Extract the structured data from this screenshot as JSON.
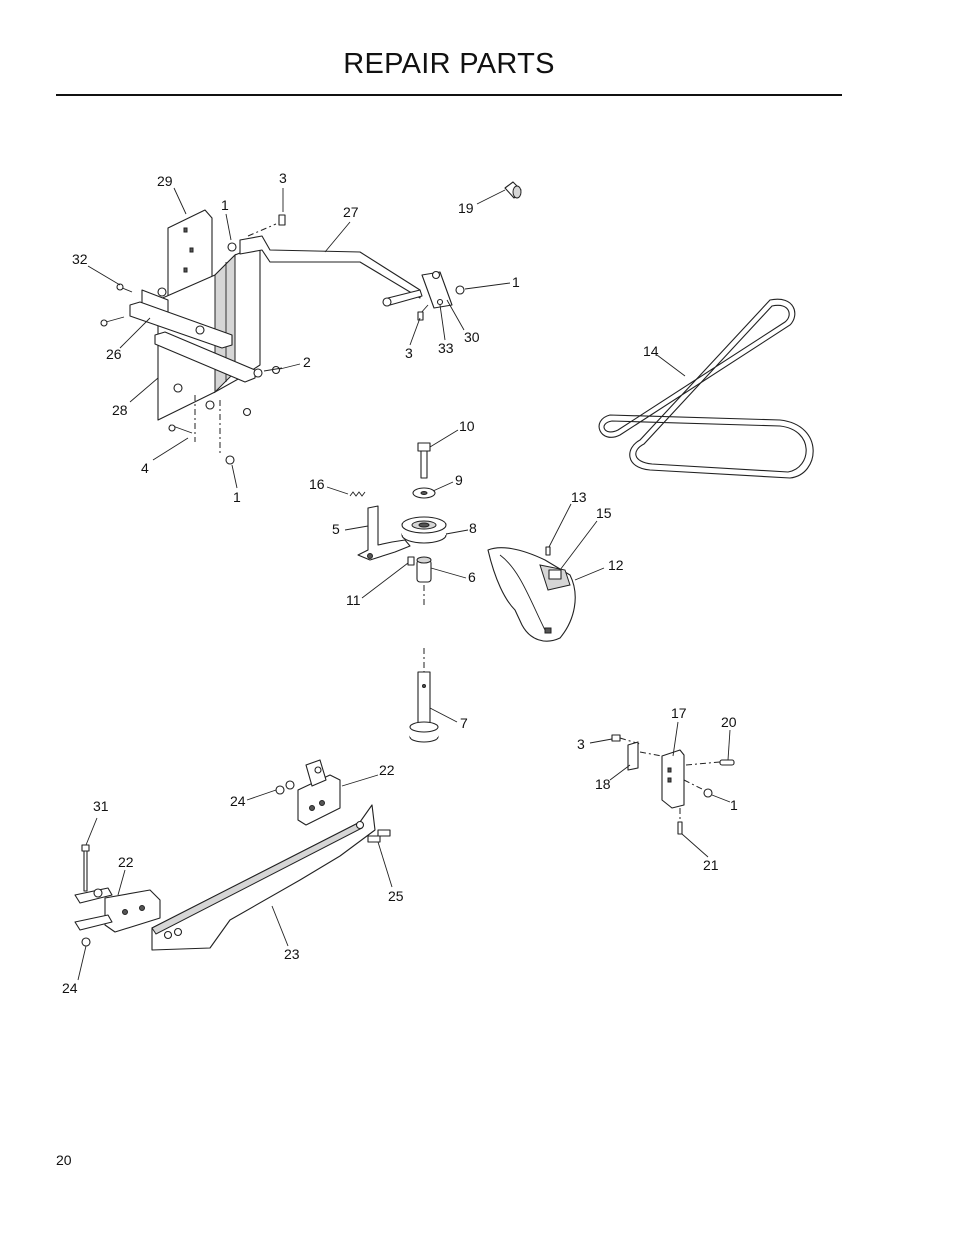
{
  "header": {
    "title": "REPAIR PARTS"
  },
  "footer": {
    "page_number": "20"
  },
  "diagram": {
    "callouts": [
      "29",
      "3",
      "1",
      "27",
      "19",
      "32",
      "1",
      "26",
      "3",
      "33",
      "30",
      "2",
      "28",
      "14",
      "4",
      "1",
      "10",
      "9",
      "16",
      "5",
      "8",
      "13",
      "15",
      "11",
      "6",
      "12",
      "7",
      "17",
      "20",
      "3",
      "18",
      "1",
      "22",
      "24",
      "31",
      "22",
      "25",
      "21",
      "23",
      "24"
    ]
  }
}
